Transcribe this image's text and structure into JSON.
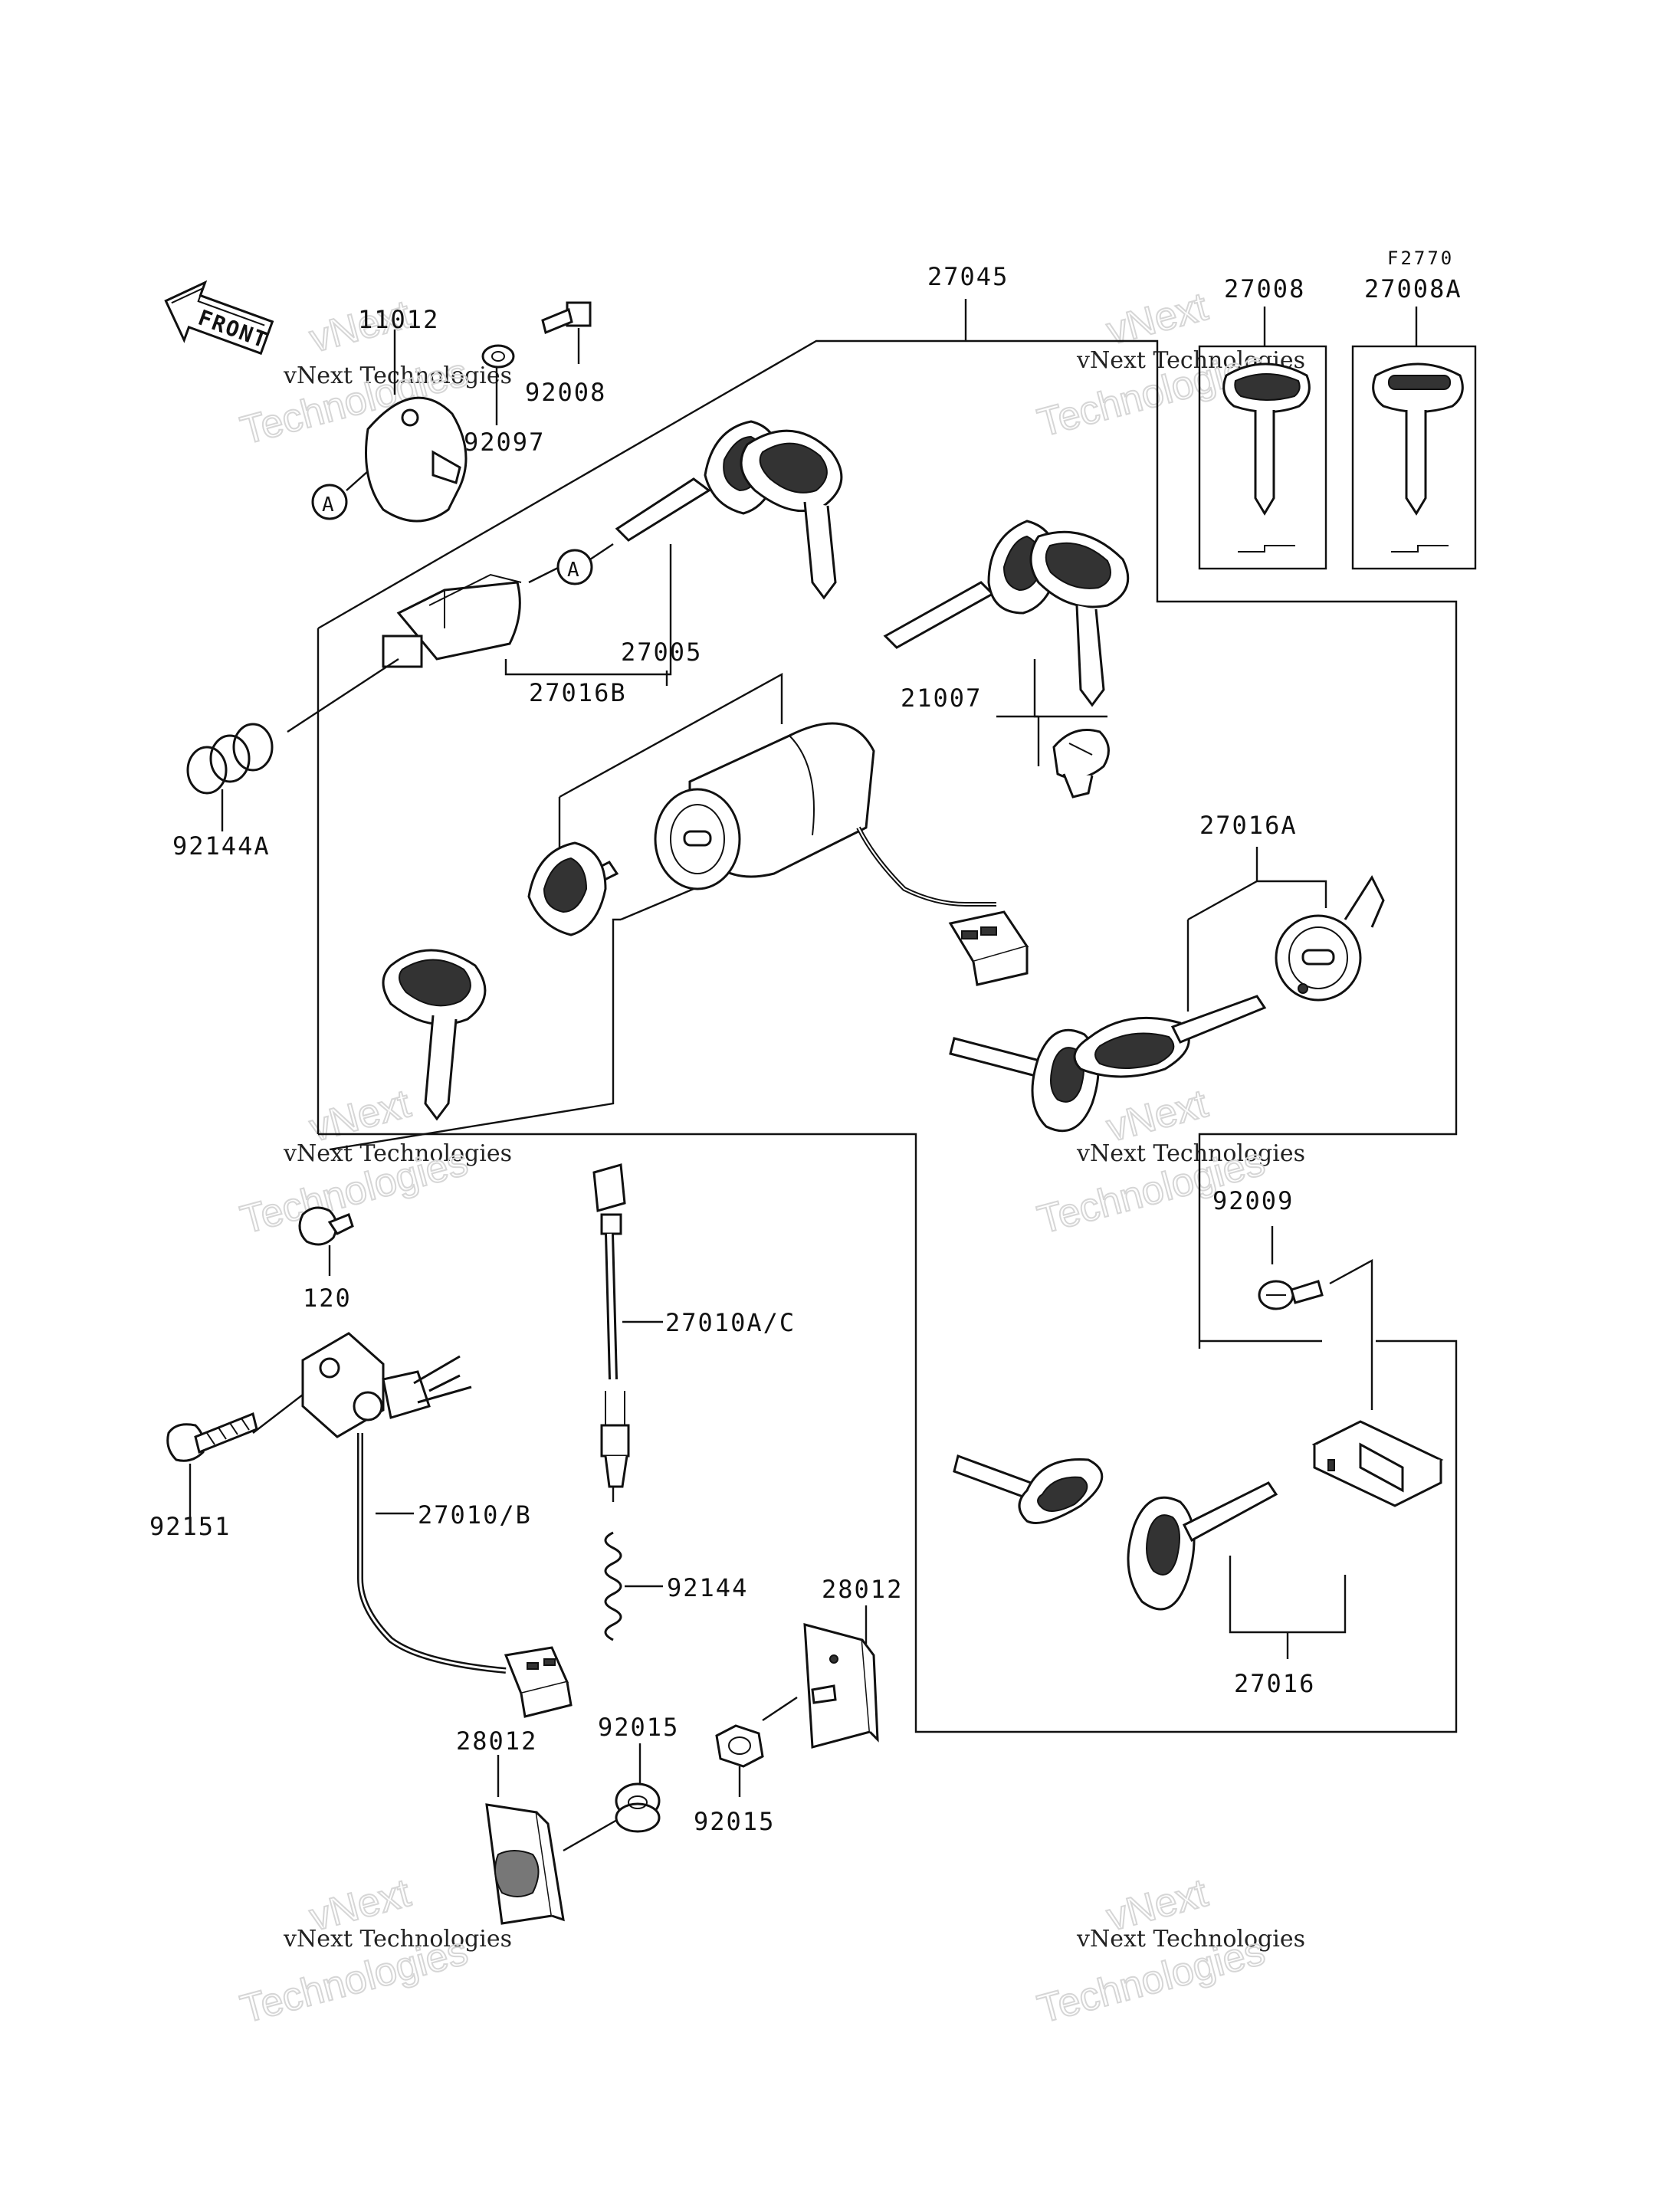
{
  "diagram": {
    "code": "F2770",
    "front_label": "FRONT",
    "marker_a": "A",
    "watermark_line1": "vNext Technologies",
    "watermark_line2": "vNext",
    "watermark_line3": "Technologies",
    "parts": [
      {
        "id": "p11012",
        "label": "11012"
      },
      {
        "id": "p92008",
        "label": "92008"
      },
      {
        "id": "p92097",
        "label": "92097"
      },
      {
        "id": "p27045",
        "label": "27045"
      },
      {
        "id": "p27008",
        "label": "27008"
      },
      {
        "id": "p27008A",
        "label": "27008A"
      },
      {
        "id": "p27016B",
        "label": "27016B"
      },
      {
        "id": "p27005",
        "label": "27005"
      },
      {
        "id": "p21007",
        "label": "21007"
      },
      {
        "id": "p92144A",
        "label": "92144A"
      },
      {
        "id": "p27016A",
        "label": "27016A"
      },
      {
        "id": "p92009",
        "label": "92009"
      },
      {
        "id": "p120",
        "label": "120"
      },
      {
        "id": "p27010AC",
        "label": "27010A/C"
      },
      {
        "id": "p92151",
        "label": "92151"
      },
      {
        "id": "p27010B",
        "label": "27010/B"
      },
      {
        "id": "p92144",
        "label": "92144"
      },
      {
        "id": "p28012a",
        "label": "28012"
      },
      {
        "id": "p28012b",
        "label": "28012"
      },
      {
        "id": "p92015a",
        "label": "92015"
      },
      {
        "id": "p92015b",
        "label": "92015"
      },
      {
        "id": "p27016",
        "label": "27016"
      }
    ]
  }
}
